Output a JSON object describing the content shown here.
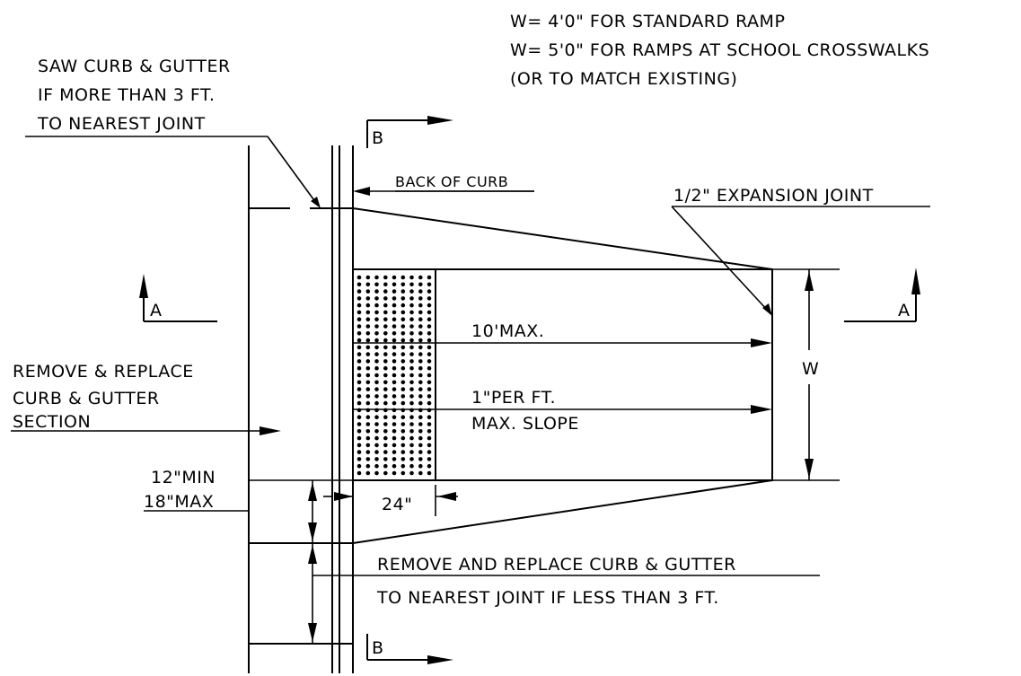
{
  "notes": {
    "width_line_1": "W= 4'0\" FOR STANDARD RAMP",
    "width_line_2": "W= 5'0\" FOR RAMPS AT SCHOOL CROSSWALKS",
    "width_line_3": "(OR TO MATCH EXISTING)"
  },
  "labels": {
    "saw_curb_1": "SAW CURB & GUTTER",
    "saw_curb_2": "IF MORE THAN 3 FT.",
    "saw_curb_3": "TO NEAREST JOINT",
    "back_of_curb": "BACK OF CURB",
    "expansion_joint": "1/2\" EXPANSION JOINT",
    "remove_section_1": "REMOVE & REPLACE",
    "remove_section_2": "CURB & GUTTER",
    "remove_section_3": "SECTION",
    "max_length": "10'MAX.",
    "slope_1": "1\"PER FT.",
    "slope_2": "MAX. SLOPE",
    "width_dim": "W",
    "min_dim": "12\"MIN",
    "max_dim": "18\"MAX",
    "detectable_width": "24\"",
    "remove_joint_1": "REMOVE AND REPLACE CURB & GUTTER",
    "remove_joint_2": "TO NEAREST JOINT IF LESS THAN 3 FT."
  },
  "section_markers": {
    "a_left": "A",
    "a_right": "A",
    "b_top": "B",
    "b_bottom": "B"
  }
}
